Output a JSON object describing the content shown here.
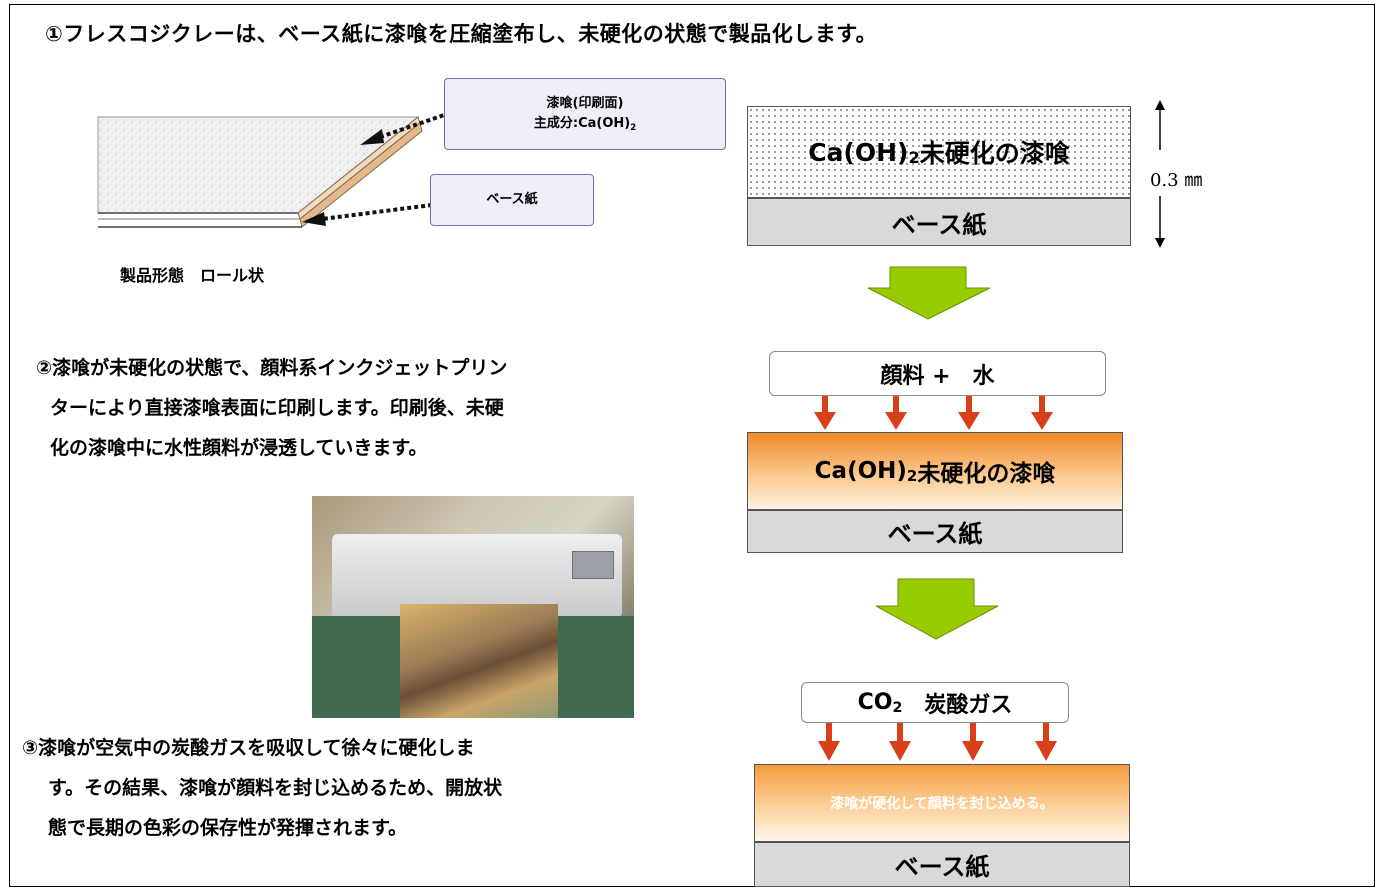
{
  "heading": "①フレスコジクレーは、ベース紙に漆喰を圧縮塗布し、未硬化の状態で製品化します。",
  "sample": {
    "callout_plaster_line1": "漆喰(印刷面)",
    "callout_plaster_line2": "主成分:Ca(OH)",
    "callout_plaster_sub": "2",
    "callout_base": "ベース紙",
    "caption": "製品形態　ロール状"
  },
  "step2": {
    "lines": [
      "②漆喰が未硬化の状態で、顔料系インクジェットプリン",
      "ターにより直接漆喰表面に印刷します。印刷後、未硬",
      "化の漆喰中に水性顔料が浸透していきます。"
    ]
  },
  "step3": {
    "lines": [
      "③漆喰が空気中の炭酸ガスを吸収して徐々に硬化しま",
      "す。その結果、漆喰が顔料を封じ込めるため、開放状",
      "態で長期の色彩の保存性が発揮されます。"
    ]
  },
  "diagram": {
    "stage1": {
      "plaster_prefix": "Ca(OH)",
      "plaster_sub": "2",
      "plaster_suffix": " 未硬化の漆喰",
      "base": "ベース紙",
      "thickness": "0.3 ㎜"
    },
    "stage2": {
      "input": "顔料 +　水",
      "plaster_prefix": "Ca(OH)",
      "plaster_sub": "2",
      "plaster_suffix": " 未硬化の漆喰",
      "base": "ベース紙"
    },
    "stage3": {
      "input_prefix": "CO",
      "input_sub": "2",
      "input_suffix": "　炭酸ガス",
      "plaster": "漆喰が硬化して顔料を封じ込める。",
      "base": "ベース紙"
    }
  },
  "colors": {
    "arrow_green": "#99cc00",
    "arrow_red": "#d9401a",
    "orange_layer": "#f08a2a",
    "base_gray": "#d9d9d9"
  }
}
